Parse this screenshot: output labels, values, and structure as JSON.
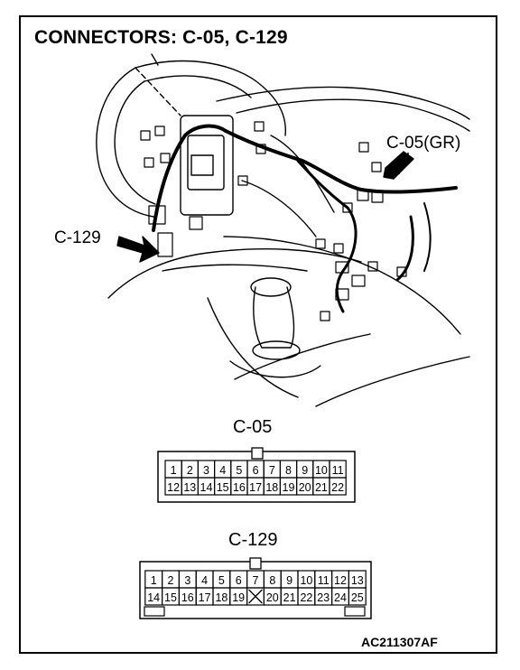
{
  "title": "CONNECTORS: C-05, C-129",
  "callouts": {
    "c05_location": "C-05(GR)",
    "c129_location": "C-129"
  },
  "connectors": {
    "c05": {
      "label": "C-05",
      "row1": [
        "1",
        "2",
        "3",
        "4",
        "5",
        "6",
        "7",
        "8",
        "9",
        "10",
        "11"
      ],
      "row2": [
        "12",
        "13",
        "14",
        "15",
        "16",
        "17",
        "18",
        "19",
        "20",
        "21",
        "22"
      ]
    },
    "c129": {
      "label": "C-129",
      "row1": [
        "1",
        "2",
        "3",
        "4",
        "5",
        "6",
        "7",
        "8",
        "9",
        "10",
        "11",
        "12",
        "13"
      ],
      "row2": [
        "14",
        "15",
        "16",
        "17",
        "18",
        "19",
        "",
        "20",
        "21",
        "22",
        "23",
        "24",
        "25"
      ]
    }
  },
  "figure_id": "AC211307AF"
}
